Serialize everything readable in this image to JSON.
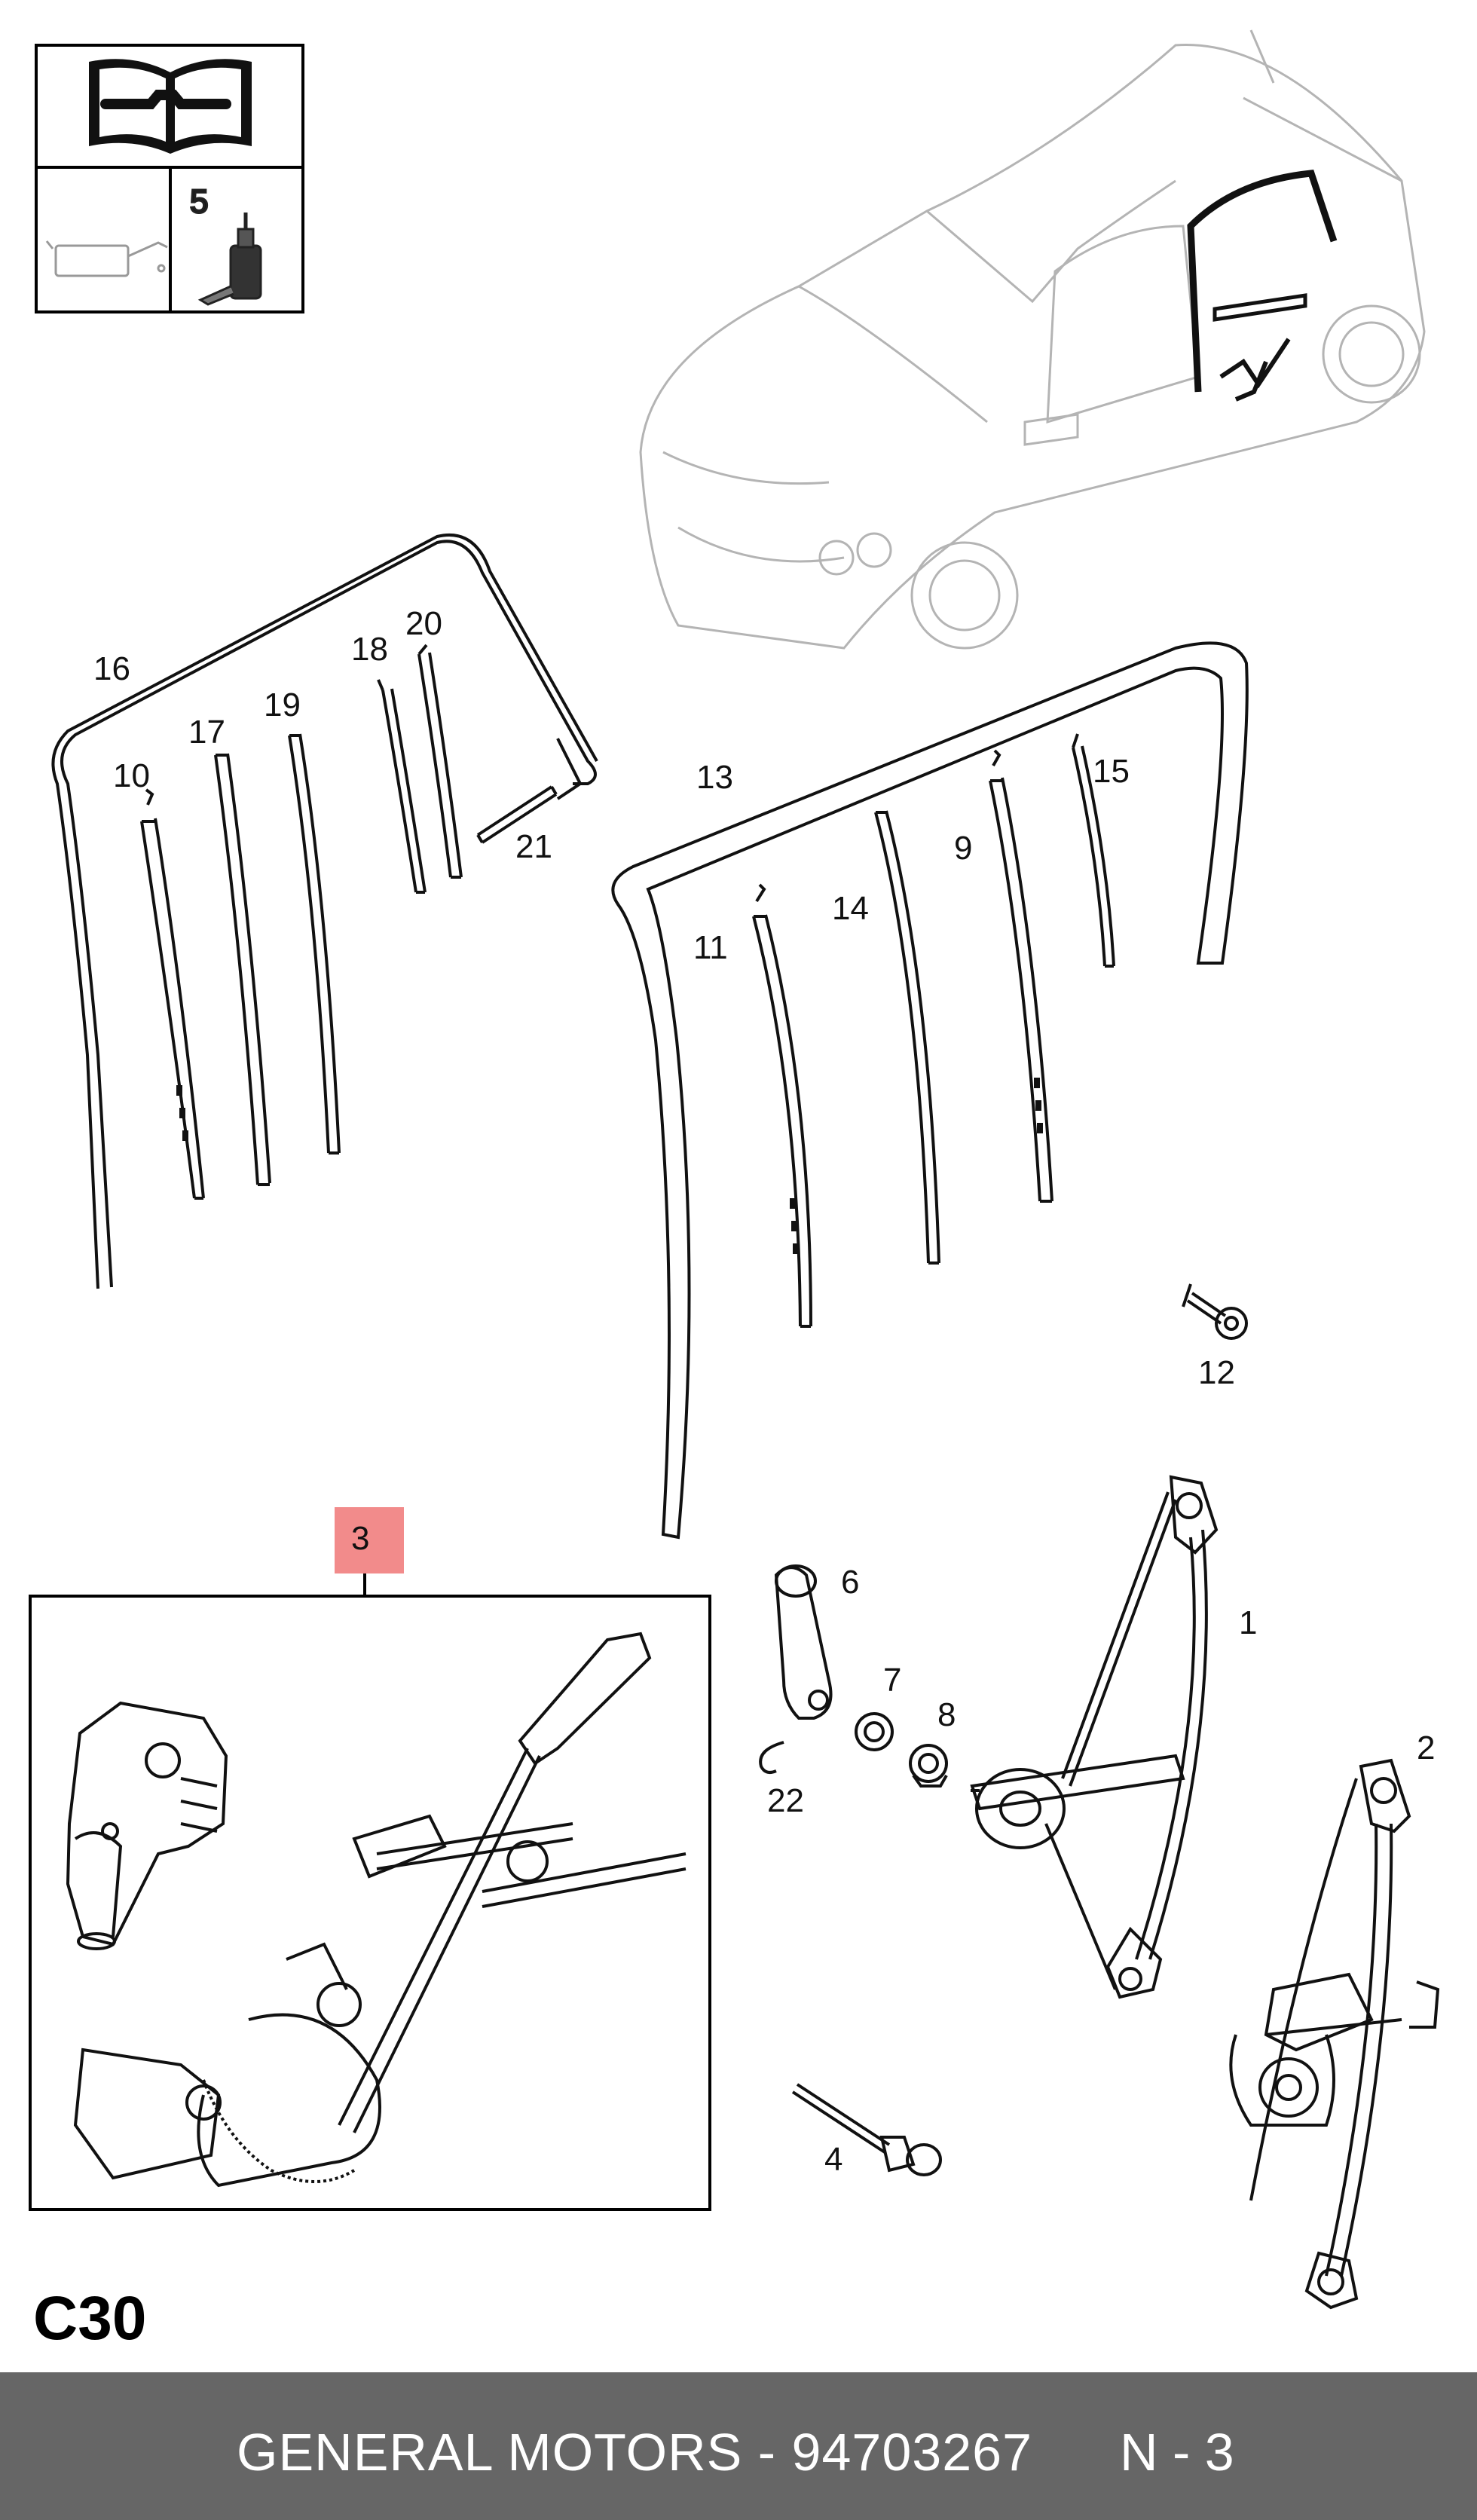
{
  "section_code": "C30",
  "footer": {
    "brand_part": "GENERAL MOTORS - 94703267",
    "position": "N - 3"
  },
  "highlight_color": "#f28b8b",
  "callouts": {
    "c1": "1",
    "c2": "2",
    "c3": "3",
    "c4": "4",
    "c5": "5",
    "c6": "6",
    "c7": "7",
    "c8": "8",
    "c9": "9",
    "c10": "10",
    "c11": "11",
    "c12": "12",
    "c13": "13",
    "c14": "14",
    "c15": "15",
    "c16": "16",
    "c17": "17",
    "c18": "18",
    "c19": "19",
    "c20": "20",
    "c21": "21",
    "c22": "22"
  },
  "icons": [
    "workshop-manual-icon",
    "oil-can-icon",
    "grease-bottle-icon"
  ]
}
